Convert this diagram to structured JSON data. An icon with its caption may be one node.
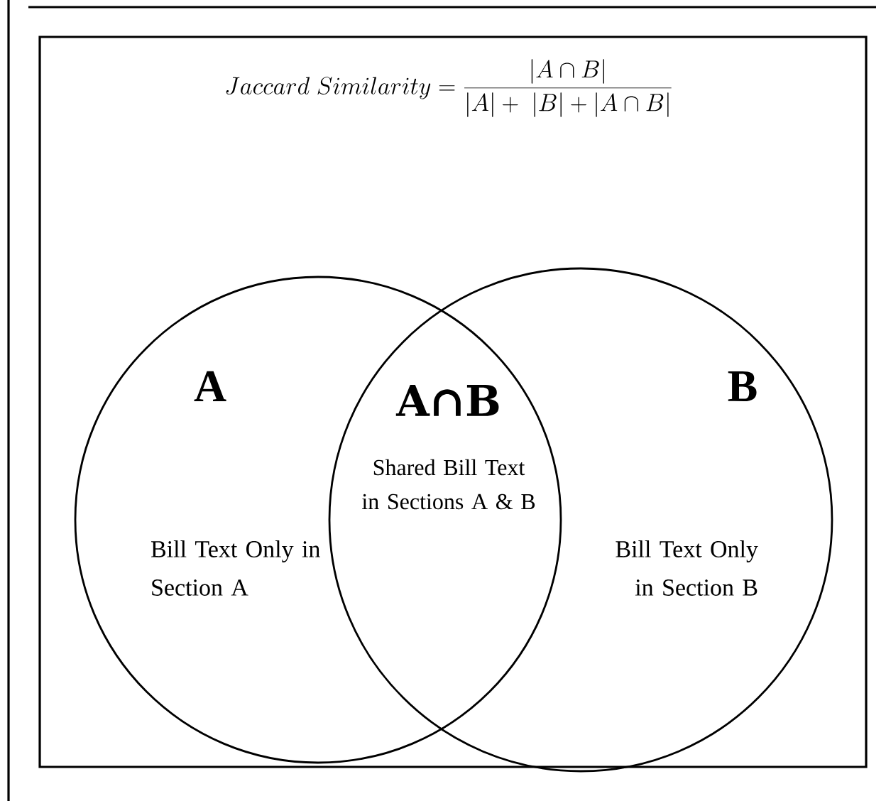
{
  "diagram": {
    "title": "Jaccard\\ Similarity = \\frac{|A \\cap B|}{|A| +\\ |B| + |A \\cap B|}",
    "nodes": [
      {
        "text": [
          "A",
          "Bill Text Only in Section A"
        ]
      },
      {
        "text": [
          "B",
          "Bill Text Only in Section B"
        ]
      }
    ],
    "labels": [
      "A∩B",
      "Shared Bill Text in Sections A & B"
    ]
  }
}
